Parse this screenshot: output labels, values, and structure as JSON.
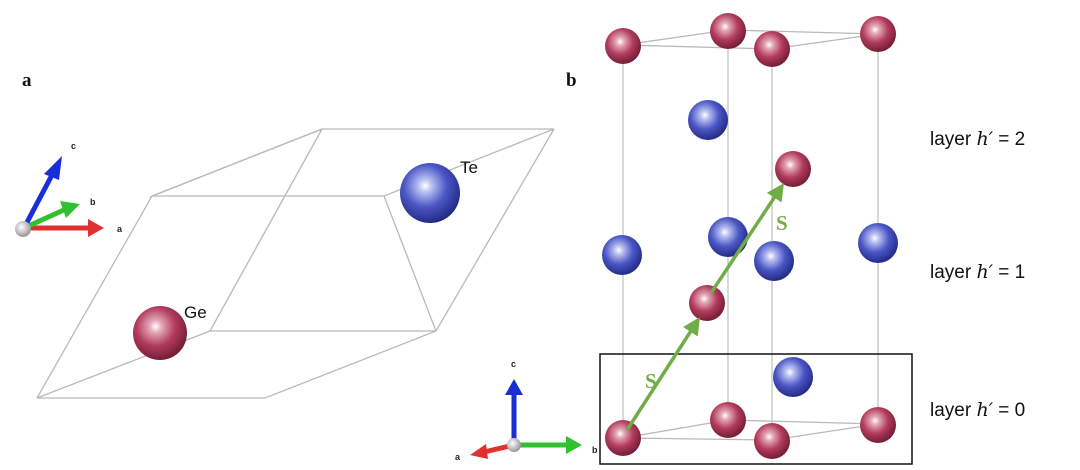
{
  "panels": {
    "a": {
      "letter": "a",
      "atoms": {
        "ge": "Ge",
        "te": "Te"
      },
      "axes": {
        "a": "a",
        "b": "b",
        "c": "c"
      }
    },
    "b": {
      "letter": "b",
      "vector_label": "S",
      "axes": {
        "a": "a",
        "b": "b",
        "c": "c"
      },
      "layers": [
        {
          "text": "layer ",
          "hprime": "h′",
          "value": " = 2"
        },
        {
          "text": "layer ",
          "hprime": "h′",
          "value": " = 1"
        },
        {
          "text": "layer ",
          "hprime": "h′",
          "value": " = 0"
        }
      ]
    }
  },
  "colors": {
    "ge_atom": "#a3324f",
    "te_atom": "#3b47b0",
    "vector": "#70ad47",
    "axis_a": "#e03030",
    "axis_b": "#30c030",
    "axis_c": "#1a2ed8"
  }
}
